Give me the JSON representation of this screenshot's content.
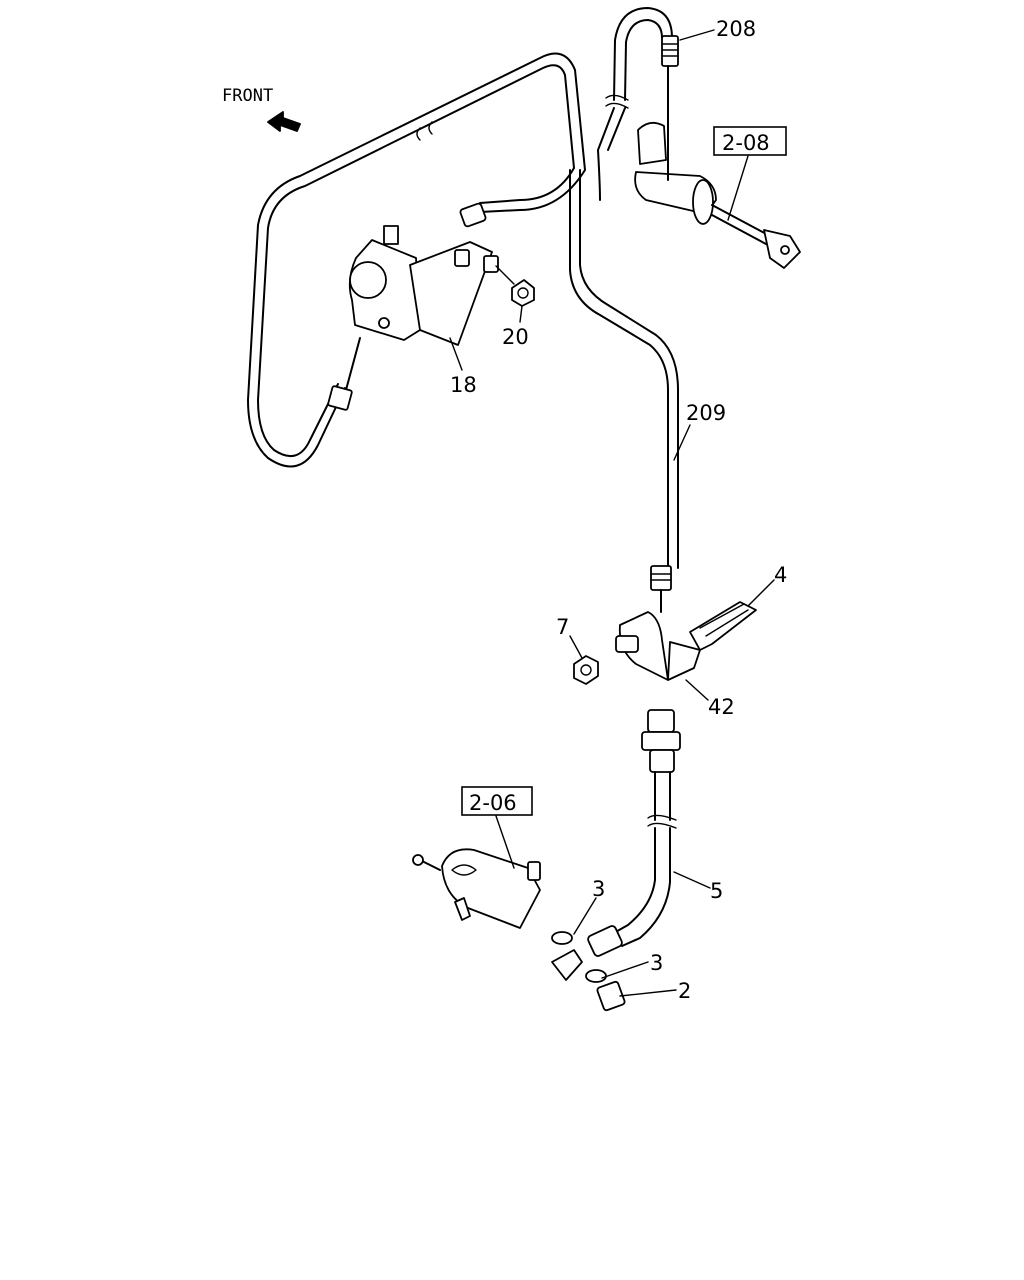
{
  "diagram": {
    "direction_label": "FRONT",
    "ref_boxes": [
      "2-08",
      "2-06"
    ],
    "callouts": {
      "c208": "208",
      "c20": "20",
      "c18": "18",
      "c209": "209",
      "c4": "4",
      "c7": "7",
      "c42": "42",
      "c3a": "3",
      "c5": "5",
      "c3b": "3",
      "c2": "2"
    },
    "icons": {
      "direction_arrow": "arrow-up-left-icon"
    }
  }
}
